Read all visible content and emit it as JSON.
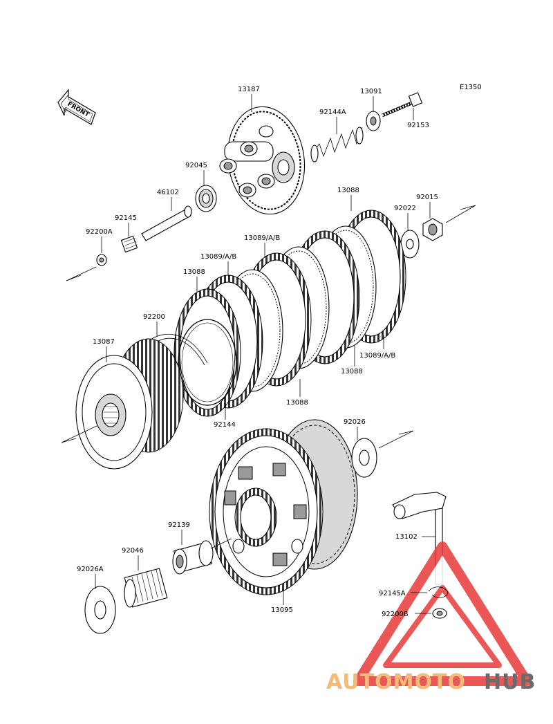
{
  "diagram_code": "E1350",
  "front_label": "FRONT",
  "callouts": {
    "p13187": "13187",
    "p13091": "13091",
    "p92144a": "92144A",
    "p92153": "92153",
    "p92045": "92045",
    "p46102": "46102",
    "p92145": "92145",
    "p92200a": "92200A",
    "p13088_top": "13088",
    "p92022": "92022",
    "p92015": "92015",
    "p13089_a": "13089/A/B",
    "p13089_b": "13089/A/B",
    "p13088_left": "13088",
    "p92200": "92200",
    "p13087": "13087",
    "p13089_c": "13089/A/B",
    "p13088_right": "13088",
    "p13088_mid": "13088",
    "p92144": "92144",
    "p92026": "92026",
    "p13102": "13102",
    "p92139": "92139",
    "p92046": "92046",
    "p92026a": "92026A",
    "p92145a": "92145A",
    "p92200b": "92200B",
    "p13095": "13095"
  },
  "watermark": {
    "part1": "AUTOMOTO",
    "part2": "HUB",
    "color1": "#f5b97a",
    "color2": "#6b6b6b",
    "triangle_color": "#e83a3a"
  }
}
